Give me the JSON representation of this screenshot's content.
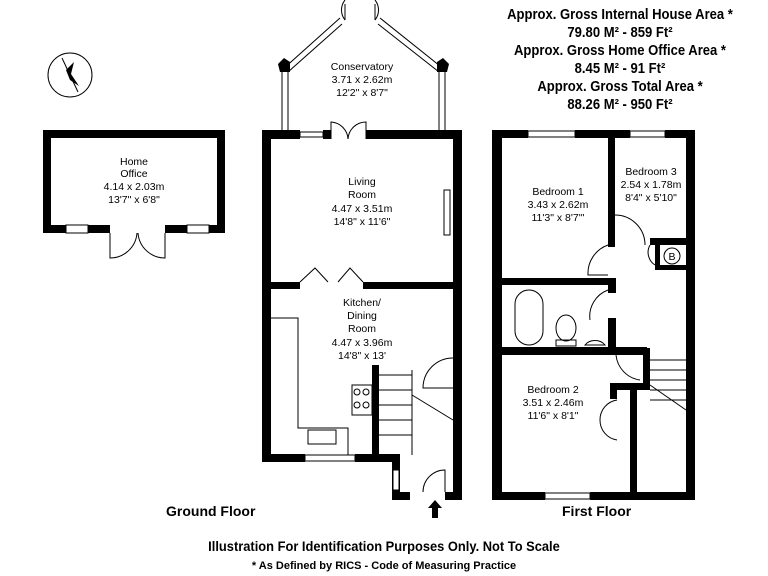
{
  "areas": {
    "internal_label": "Approx. Gross Internal House Area *",
    "internal_value": "79.80 M² - 859 Ft²",
    "office_label": "Approx. Gross Home Office Area *",
    "office_value": "8.45 M² - 91 Ft²",
    "total_label": "Approx. Gross Total Area *",
    "total_value": "88.26 M² - 950 Ft²"
  },
  "rooms": {
    "home_office": {
      "name1": "Home",
      "name2": "Office",
      "metric": "4.14 x 2.03m",
      "imperial": "13'7\" x 6'8\""
    },
    "conservatory": {
      "name": "Conservatory",
      "metric": "3.71 x 2.62m",
      "imperial": "12'2\" x 8'7\""
    },
    "living_room": {
      "name1": "Living",
      "name2": "Room",
      "metric": "4.47 x 3.51m",
      "imperial": "14'8\" x 11'6\""
    },
    "kitchen": {
      "name1": "Kitchen/",
      "name2": "Dining",
      "name3": "Room",
      "metric": "4.47 x 3.96m",
      "imperial": "14'8\" x 13'"
    },
    "bedroom1": {
      "name": "Bedroom 1",
      "metric": "3.43 x 2.62m",
      "imperial": "11'3\" x 8'7'\""
    },
    "bedroom2": {
      "name": "Bedroom 2",
      "metric": "3.51 x 2.46m",
      "imperial": "11'6\" x 8'1\""
    },
    "bedroom3": {
      "name": "Bedroom 3",
      "metric": "2.54 x 1.78m",
      "imperial": "8'4\" x 5'10\""
    },
    "boiler": "B"
  },
  "floors": {
    "ground": "Ground Floor",
    "first": "First Floor"
  },
  "disclaimer": "Illustration For Identification Purposes Only. Not To Scale",
  "footnote": "* As Defined by RICS - Code of Measuring Practice",
  "icons": {
    "compass": "compass-icon",
    "entrance": "up-arrow-icon"
  }
}
